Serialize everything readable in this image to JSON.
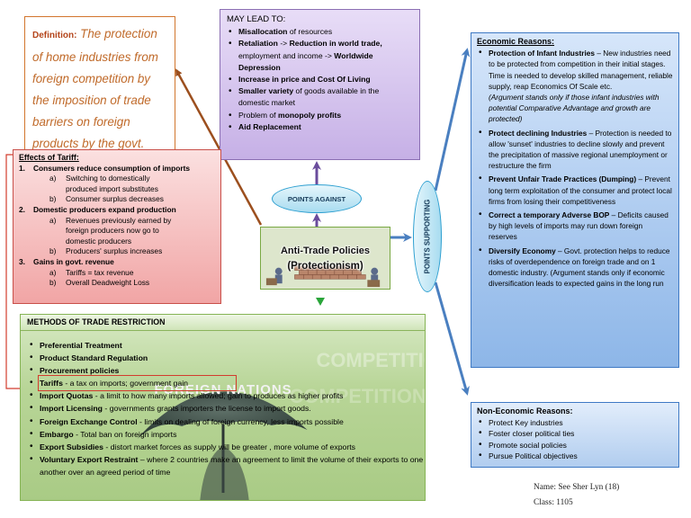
{
  "definition": {
    "label": "Definition:",
    "text": "The protection of home industries from foreign competition by the imposition of trade barriers on foreign products by the govt."
  },
  "may_lead_to": {
    "title": "MAY LEAD TO:",
    "items": [
      [
        "Misallocation",
        " of resources",
        ""
      ],
      [
        "Retaliation",
        " -> ",
        "Reduction in world trade,"
      ],
      [
        "",
        "employment and income -> ",
        "Worldwide"
      ],
      [
        "Depression",
        "",
        ""
      ],
      [
        "Increase in price and Cost Of Living",
        "",
        ""
      ],
      [
        "Smaller variety",
        " of goods available in the",
        ""
      ],
      [
        "",
        "domestic market",
        ""
      ],
      [
        "",
        "Problem of ",
        "monopoly profits"
      ],
      [
        "Aid Replacement",
        "",
        ""
      ]
    ]
  },
  "effects": {
    "title": "Effects of Tariff:",
    "sections": [
      {
        "num": "1.",
        "heading": "Consumers reduce consumption of imports",
        "subs": [
          {
            "num": "a)",
            "lines": [
              "Switching to domestically",
              "produced import substitutes"
            ]
          },
          {
            "num": "b)",
            "lines": [
              "Consumer surplus decreases"
            ]
          }
        ]
      },
      {
        "num": "2.",
        "heading": "Domestic producers expand production",
        "subs": [
          {
            "num": "a)",
            "lines": [
              "Revenues previously earned by",
              "foreign producers now go to",
              "domestic producers"
            ]
          },
          {
            "num": "b)",
            "lines": [
              "Producers' surplus increases"
            ]
          }
        ]
      },
      {
        "num": "3.",
        "heading": "Gains in govt. revenue",
        "subs": [
          {
            "num": "a)",
            "lines": [
              "Tariffs = tax revenue"
            ]
          },
          {
            "num": "b)",
            "lines": [
              " Overall Deadweight Loss"
            ]
          }
        ]
      }
    ]
  },
  "center": {
    "points_against": "POINTS AGAINST",
    "title_line1": "Anti-Trade Policies",
    "title_line2": "(Protectionism)",
    "points_supporting": "POINTS SUPPORTING"
  },
  "methods": {
    "title": "METHODS OF TRADE RESTRICTION",
    "umbrella_text": "FOREIGN NATIONS",
    "background_text": "COMPETITION COMPETITION COMPETITION",
    "items": [
      [
        "Preferential Treatment",
        ""
      ],
      [
        "Product Standard Regulation",
        ""
      ],
      [
        "Procurement policies",
        ""
      ],
      [
        "Tariffs",
        " - a tax on imports; government gain"
      ],
      [
        "Import Quotas",
        " - a limit to how many imports allowed; gain to produces as higher profits"
      ],
      [
        "Import Licensing",
        " - governments grants importers the license to import goods."
      ],
      [
        "Foreign Exchange Control",
        " - limits on dealing of foreign currency, less imports possible"
      ],
      [
        "Embargo",
        " - Total ban on foreign imports"
      ],
      [
        "Export Subsidies",
        " - distort market forces as supply will be greater , more volume of exports"
      ],
      [
        "Voluntary Export Restraint",
        " – where 2 countries make an agreement to limit the volume of their exports to one another over an agreed period of time"
      ]
    ]
  },
  "economic": {
    "title": "Economic Reasons:",
    "items": [
      {
        "bold": "Protection of Infant Industries",
        "text": " – New industries need to be protected from competition in their initial stages. Time is needed to develop skilled management, reliable supply, reap Economics Of Scale etc.",
        "note": "(Argument stands only if those infant industries with potential Comparative Advantage and growth are protected)"
      },
      {
        "bold": "Protect declining Industries",
        "text": " – Protection is needed to allow 'sunset' industries to decline slowly and prevent the precipitation of massive regional unemployment or restructure the firm",
        "note": ""
      },
      {
        "bold": "Prevent Unfair Trade Practices (Dumping)",
        "text": " – Prevent long term exploitation of the consumer and protect local firms from losing their competitiveness",
        "note": ""
      },
      {
        "bold": "Correct a temporary Adverse BOP",
        "text": " – Deficits caused by high levels of imports may run down foreign reserves",
        "note": ""
      },
      {
        "bold": "Diversify Economy",
        "text": " – Govt. protection helps to reduce risks of overdependence on foreign trade and on 1 domestic industry. (Argument stands only if economic diversification leads to expected gains in the long run",
        "note": ""
      }
    ]
  },
  "non_economic": {
    "title": "Non-Economic Reasons:",
    "items": [
      "Protect Key industries",
      "Foster closer political ties",
      "Promote social policies",
      "Pursue Political objectives"
    ]
  },
  "footer": {
    "name": "Name: See Sher Lyn (18)",
    "class": "Class: 1105"
  },
  "colors": {
    "arrow_brown": "#9c4f1e",
    "arrow_blue": "#4a7fc0",
    "arrow_purple": "#6a4c9c",
    "arrow_green": "#2aa53a"
  }
}
